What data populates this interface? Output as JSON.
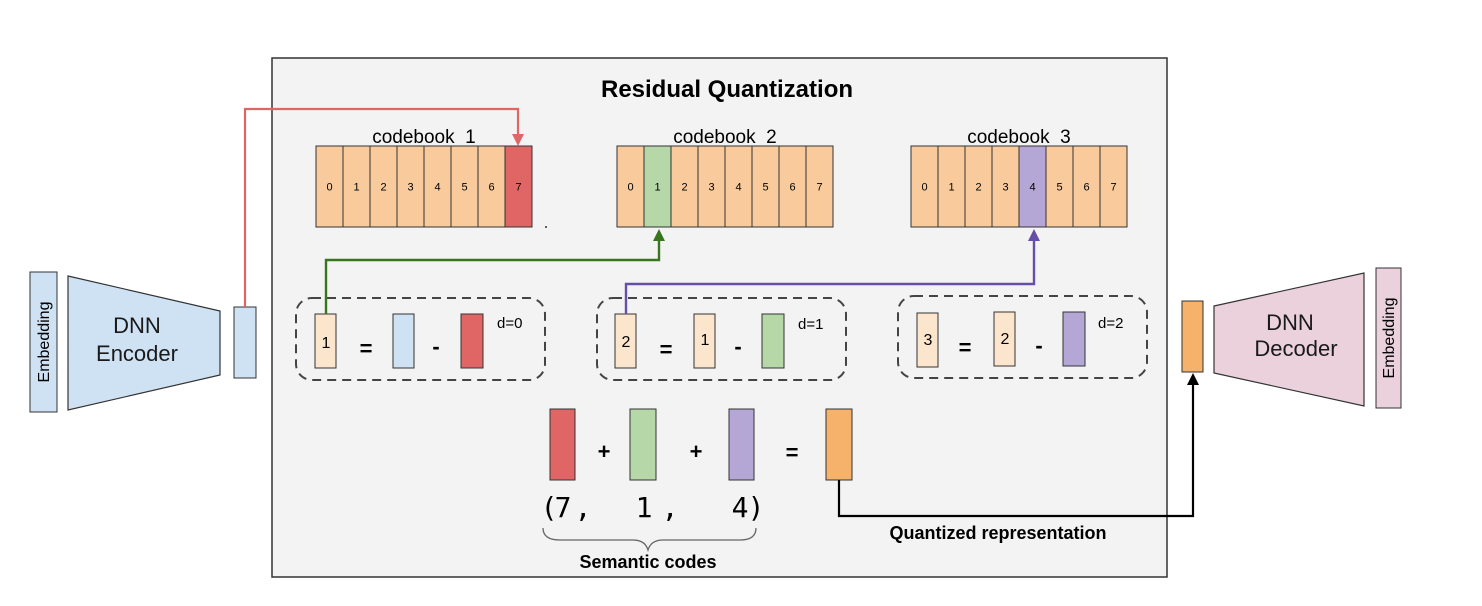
{
  "diagram": {
    "title": "Residual Quantization",
    "encoder": {
      "label_line1": "DNN",
      "label_line2": "Encoder",
      "input_label": "Embedding"
    },
    "decoder": {
      "label_line1": "DNN",
      "label_line2": "Decoder",
      "output_label": "Embedding"
    },
    "codebooks": [
      {
        "name": "codebook_1",
        "cells": [
          "0",
          "1",
          "2",
          "3",
          "4",
          "5",
          "6",
          "7"
        ],
        "selected_index": 7,
        "selected_color": "#e06666"
      },
      {
        "name": "codebook_2",
        "cells": [
          "0",
          "1",
          "2",
          "3",
          "4",
          "5",
          "6",
          "7"
        ],
        "selected_index": 1,
        "selected_color": "#b6d7a8"
      },
      {
        "name": "codebook_3",
        "cells": [
          "0",
          "1",
          "2",
          "3",
          "4",
          "5",
          "6",
          "7"
        ],
        "selected_index": 4,
        "selected_color": "#b4a7d6"
      }
    ],
    "residual_steps": [
      {
        "lhs": "1",
        "eq": "=",
        "minus": "-",
        "rhs_label": "",
        "depth": "d=0"
      },
      {
        "lhs": "2",
        "eq": "=",
        "minus": "-",
        "rhs_label": "1",
        "depth": "d=1"
      },
      {
        "lhs": "3",
        "eq": "=",
        "minus": "-",
        "rhs_label": "2",
        "depth": "d=2"
      }
    ],
    "sum_row": {
      "plus1": "+",
      "plus2": "+",
      "equals": "="
    },
    "semantic_codes": {
      "open_paren": "(",
      "code1": "7",
      "comma1": ",",
      "code2": "1",
      "comma2": ",",
      "code3": "4",
      "close_paren": ")",
      "label": "Semantic codes"
    },
    "quantized_label": "Quantized representation",
    "colors": {
      "codebook_cell": "#f9cb9c",
      "residual_cell": "#fce5cd",
      "embedding_blue": "#cfe2f3",
      "encoder_fill": "#cfe2f3",
      "decoder_fill": "#ead1dc",
      "quantized_orange": "#f6b26b",
      "red_arrow": "#e06666",
      "green_arrow": "#38761d",
      "purple_arrow": "#674ea7",
      "panel_fill": "#f3f3f3"
    }
  }
}
